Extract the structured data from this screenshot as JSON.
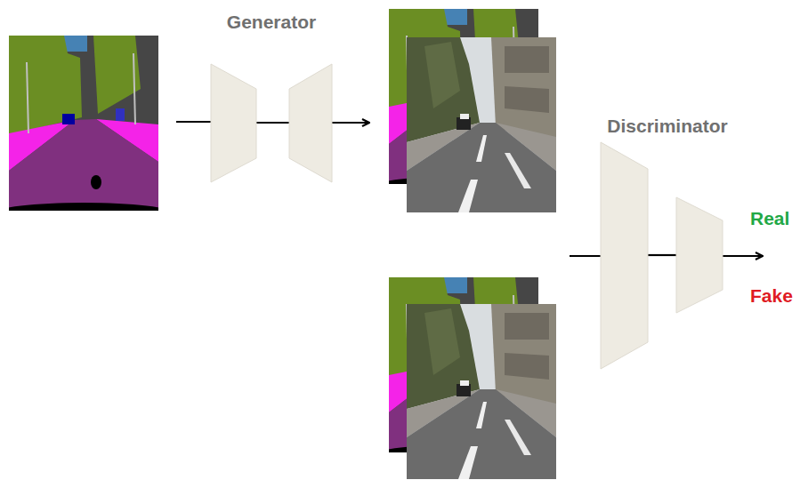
{
  "diagram": {
    "nodes": [
      {
        "text": [
          "Generator"
        ]
      },
      {
        "text": [
          "Discriminator"
        ]
      }
    ],
    "labels": [
      "Real",
      "Fake"
    ]
  }
}
